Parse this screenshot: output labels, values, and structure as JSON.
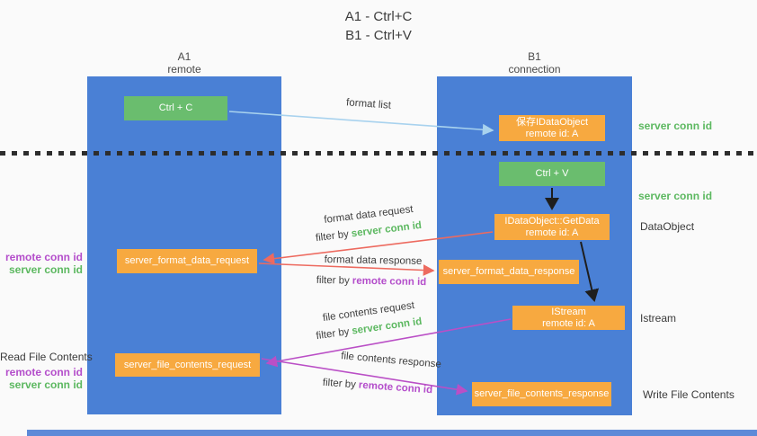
{
  "title": {
    "line1": "A1 - Ctrl+C",
    "line2": "B1 - Ctrl+V"
  },
  "columns": {
    "a": {
      "name": "A1",
      "subtitle": "remote"
    },
    "b": {
      "name": "B1",
      "subtitle": "connection"
    }
  },
  "nodes": {
    "ctrl_c": "Ctrl + C",
    "ctrl_v": "Ctrl + V",
    "save_dataobject": {
      "title": "保存IDataObject",
      "subtitle": "remote id: A"
    },
    "getdata": {
      "title": "IDataObject::GetData",
      "subtitle": "remote id: A"
    },
    "istream": {
      "title": "IStream",
      "subtitle": "remote id: A"
    },
    "format_request": "server_format_data_request",
    "format_response": "server_format_data_response",
    "file_request": "server_file_contents_request",
    "file_response": "server_file_contents_response"
  },
  "labels": {
    "format_list": "format list",
    "format_data_request": "format data request",
    "format_data_response": "format data response",
    "file_contents_request": "file contents request",
    "file_contents_response": "file contents response",
    "filter_by": "filter by",
    "server_conn_id": "server conn id",
    "remote_conn_id": "remote conn id",
    "dataobject": "DataObject",
    "istream": "Istream",
    "read_file_contents": "Read File Contents",
    "write_file_contents": "Write File Contents"
  },
  "colors": {
    "column_blue": "#4a80d5",
    "node_orange": "#f7a940",
    "key_green": "#6abd6e",
    "arrow_blue": "#a8d2ee",
    "arrow_red": "#ed6a5f",
    "arrow_magenta": "#ba4fc6",
    "text_green": "#5cb860",
    "text_purple": "#b44ecb"
  }
}
